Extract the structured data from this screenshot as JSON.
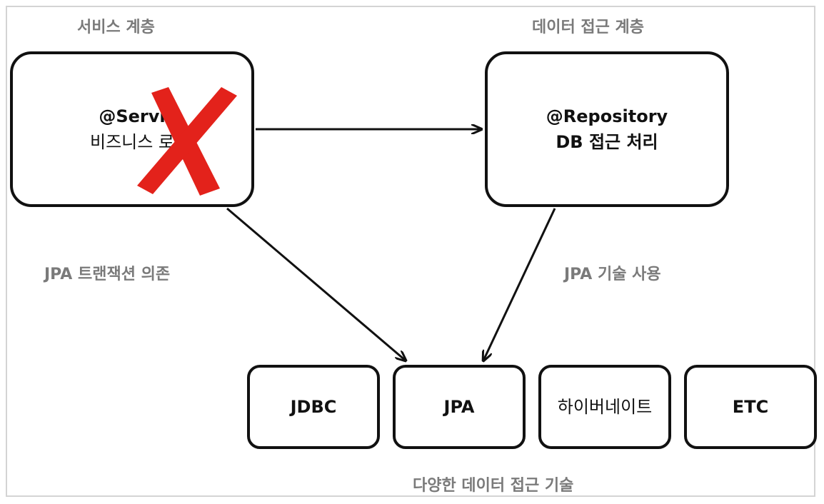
{
  "labels": {
    "service_layer": "서비스 계층",
    "data_access_layer": "데이터 접근 계층",
    "jpa_tx_dependency": "JPA 트랜잭션 의존",
    "jpa_tech_usage": "JPA 기술 사용",
    "various_tech": "다양한 데이터 접근 기술"
  },
  "service_box": {
    "annotation": "@Servi",
    "desc": "비즈니스 로"
  },
  "repository_box": {
    "annotation": "@Repository",
    "desc": "DB 접근 처리"
  },
  "tech_boxes": [
    {
      "label": "JDBC"
    },
    {
      "label": "JPA"
    },
    {
      "label": "하이버네이트"
    },
    {
      "label": "ETC"
    }
  ],
  "colors": {
    "label_gray": "#7a7a7a",
    "border": "#111111",
    "x_mark": "#e3221b"
  },
  "icons": {
    "rejection": "x-mark-icon"
  }
}
